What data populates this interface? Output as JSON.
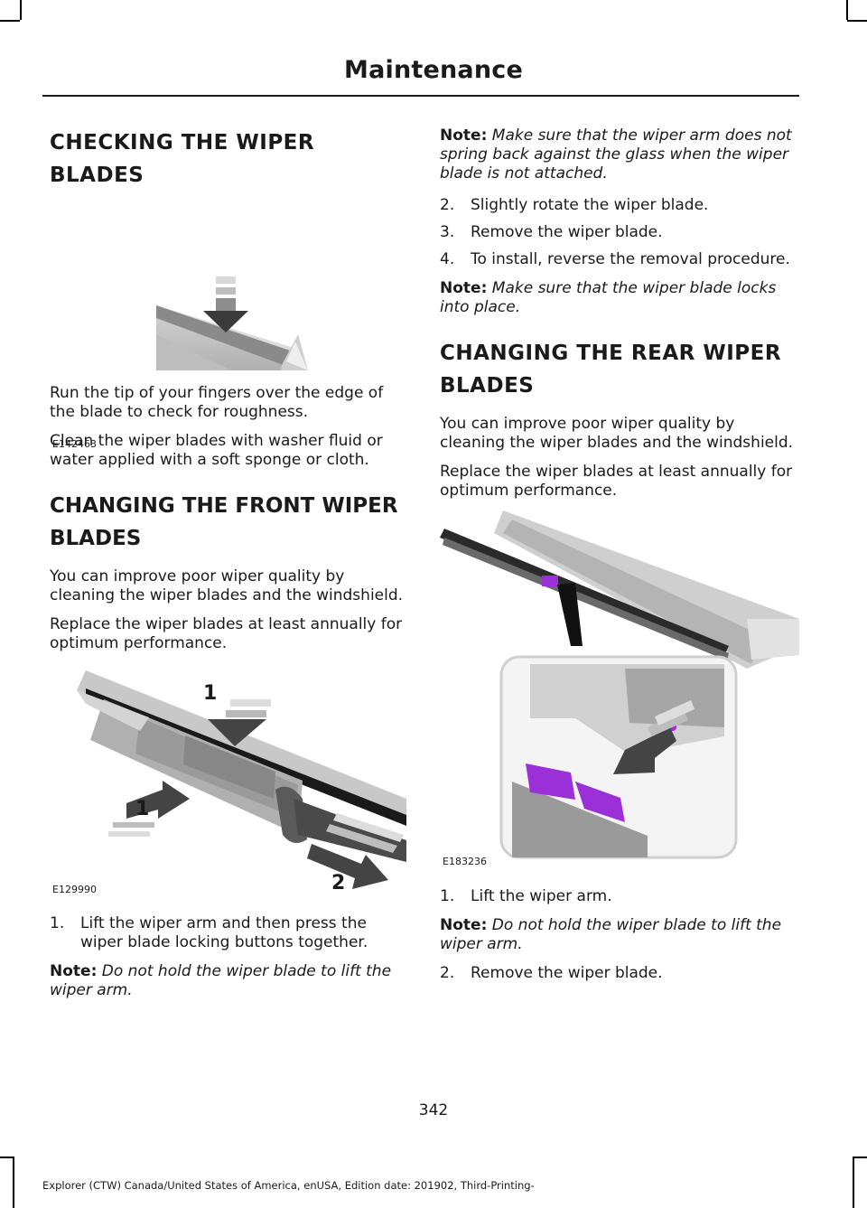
{
  "header": {
    "title": "Maintenance"
  },
  "left": {
    "checking": {
      "heading_line1": "CHECKING THE WIPER",
      "heading_line2": "BLADES",
      "figure_code": "E142463",
      "para1": "Run the tip of your fingers over the edge of the blade to check for roughness.",
      "para2": "Clean the wiper blades with washer fluid or water applied with a soft sponge or cloth."
    },
    "front": {
      "heading_line1": "CHANGING THE FRONT WIPER",
      "heading_line2": "BLADES",
      "para1": "You can improve poor wiper quality by cleaning the wiper blades and the windshield.",
      "para2": "Replace the wiper blades at least annually for optimum performance.",
      "figure_code": "E129990",
      "callout_1": "1",
      "callout_2": "2",
      "step1_num": "1.",
      "step1_text": "Lift the wiper arm and then press the wiper blade locking buttons together.",
      "note_label": "Note:",
      "note_text": "Do not hold the wiper blade to lift the wiper arm."
    }
  },
  "right": {
    "front_cont": {
      "note1_label": "Note:",
      "note1_text": "Make sure that the wiper arm does not spring back against the glass when the wiper blade is not attached.",
      "steps": [
        {
          "num": "2.",
          "text": "Slightly rotate the wiper blade."
        },
        {
          "num": "3.",
          "text": "Remove the wiper blade."
        },
        {
          "num": "4.",
          "text": "To install, reverse the removal procedure."
        }
      ],
      "note2_label": "Note:",
      "note2_text": "Make sure that the wiper blade locks into place."
    },
    "rear": {
      "heading_line1": "CHANGING THE REAR WIPER",
      "heading_line2": "BLADES",
      "para1": "You can improve poor wiper quality by cleaning the wiper blades and the windshield.",
      "para2": "Replace the wiper blades at least annually for optimum performance.",
      "figure_code": "E183236",
      "step1_num": "1.",
      "step1_text": "Lift the wiper arm.",
      "note_label": "Note:",
      "note_text": "Do not hold the wiper blade to lift the wiper arm.",
      "step2_num": "2.",
      "step2_text": "Remove the wiper blade."
    }
  },
  "footer": {
    "page_number": "342",
    "edition_text": "Explorer (CTW) Canada/United States of America, enUSA, Edition date: 201902, Third-Printing-"
  },
  "colors": {
    "accent_purple": "#9b30d9",
    "figure_gray": "#b8b8b8"
  }
}
